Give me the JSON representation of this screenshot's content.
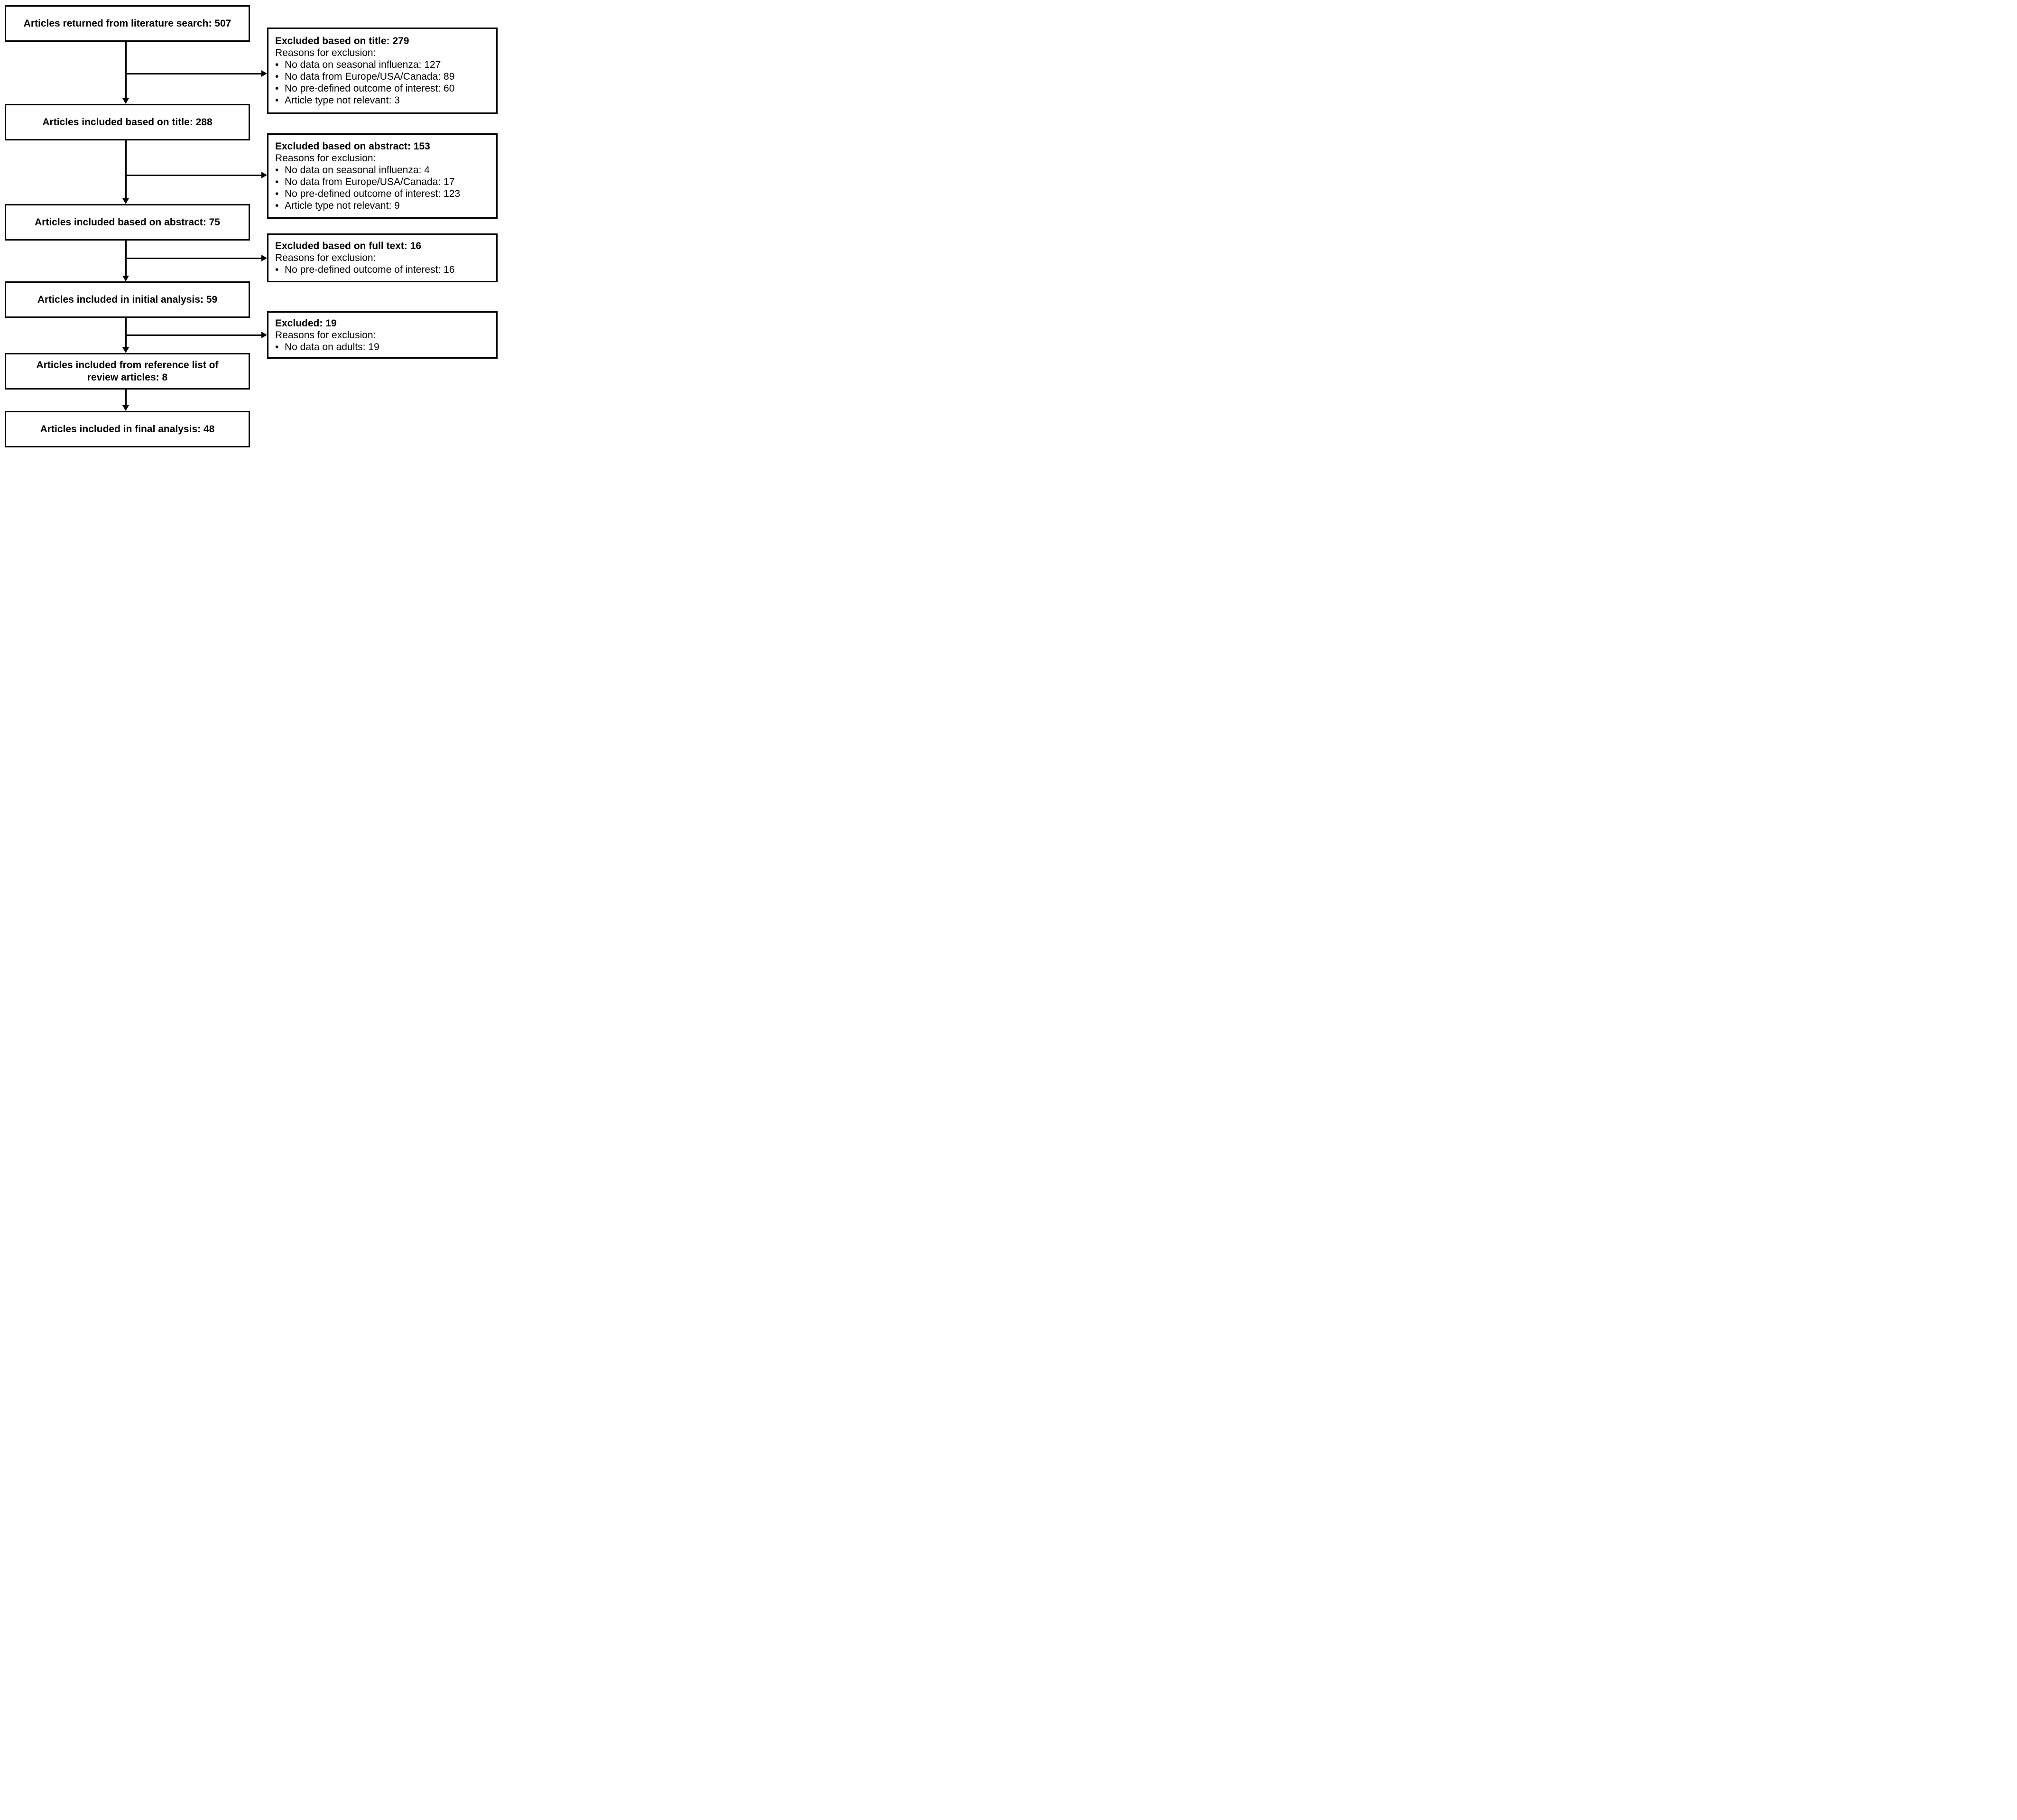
{
  "ui": {
    "bullet_glyph": "•"
  },
  "colors": {
    "background": "#ffffff",
    "border": "#000000",
    "text": "#000000"
  },
  "chart_data": {
    "type": "table",
    "title": "Literature search flow diagram",
    "flow": [
      {
        "label": "Articles returned from literature search: 507",
        "count": 507
      },
      {
        "label": "Articles included based on title: 288",
        "count": 288
      },
      {
        "label": "Articles included based on abstract: 75",
        "count": 75
      },
      {
        "label": "Articles included in initial analysis: 59",
        "count": 59
      },
      {
        "label": "Articles included from reference list of review articles: 8",
        "count": 8
      },
      {
        "label": "Articles included in final analysis: 48",
        "count": 48
      }
    ],
    "exclusions": [
      {
        "title": "Excluded based on title: 279",
        "count": 279
      },
      {
        "title": "Excluded based on abstract: 153",
        "count": 153
      },
      {
        "title": "Excluded based on full text: 16",
        "count": 16
      },
      {
        "title": "Excluded: 19",
        "count": 19
      }
    ]
  },
  "flow": [
    {
      "label": "Articles returned from literature search: 507"
    },
    {
      "label": "Articles included based on title: 288"
    },
    {
      "label": "Articles included based on abstract: 75"
    },
    {
      "label": "Articles included in initial analysis: 59"
    },
    {
      "label": "Articles included from reference list of review articles: 8"
    },
    {
      "label": "Articles included in final analysis: 48"
    }
  ],
  "exclusions": [
    {
      "title": "Excluded based on title: 279",
      "reasons_label": "Reasons for exclusion:",
      "bullets": [
        "No data on seasonal influenza: 127",
        "No data from Europe/USA/Canada: 89",
        "No pre-defined outcome of interest: 60",
        "Article type not relevant: 3"
      ]
    },
    {
      "title": "Excluded based on abstract: 153",
      "reasons_label": "Reasons for exclusion:",
      "bullets": [
        "No data on seasonal influenza: 4",
        "No data from Europe/USA/Canada: 17",
        "No pre-defined outcome of interest: 123",
        "Article type not relevant: 9"
      ]
    },
    {
      "title": "Excluded based on full text: 16",
      "reasons_label": "Reasons for exclusion:",
      "bullets": [
        "No pre-defined outcome of interest: 16"
      ]
    },
    {
      "title": "Excluded: 19",
      "reasons_label": "Reasons for exclusion:",
      "bullets": [
        "No data on adults: 19"
      ]
    }
  ]
}
